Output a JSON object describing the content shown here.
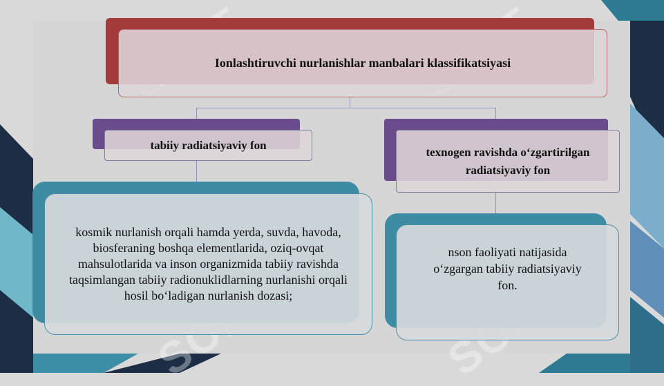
{
  "colors": {
    "root_accent": "#a33b3b",
    "left_accent": "#6a4b8b",
    "right_accent": "#6a4b8b",
    "desc_accent": "#3e8ca3"
  },
  "diagram": {
    "root": {
      "label": "Ionlashtiruvchi nurlanishlar manbalari klassifikatsiyasi"
    },
    "branches": [
      {
        "label": "tabiiy radiatsiyaviy fon",
        "description": "kosmik nurlanish orqali hamda yerda, suvda, havoda, biosferaning boshqa elementlarida, oziq-ovqat mahsulotlarida va inson organizmida tabiiy ravishda taqsimlangan tabiiy radionuklidlarning nurlanishi orqali hosil bo‘ladigan nurlanish dozasi;"
      },
      {
        "label": "texnogen ravishda o‘zgartirilgan radiatsiyaviy fon",
        "description": "nson faoliyati natijasida o‘zgargan tabiiy radiatsiyaviy fon."
      }
    ]
  },
  "watermark": {
    "text": "SOFT"
  }
}
